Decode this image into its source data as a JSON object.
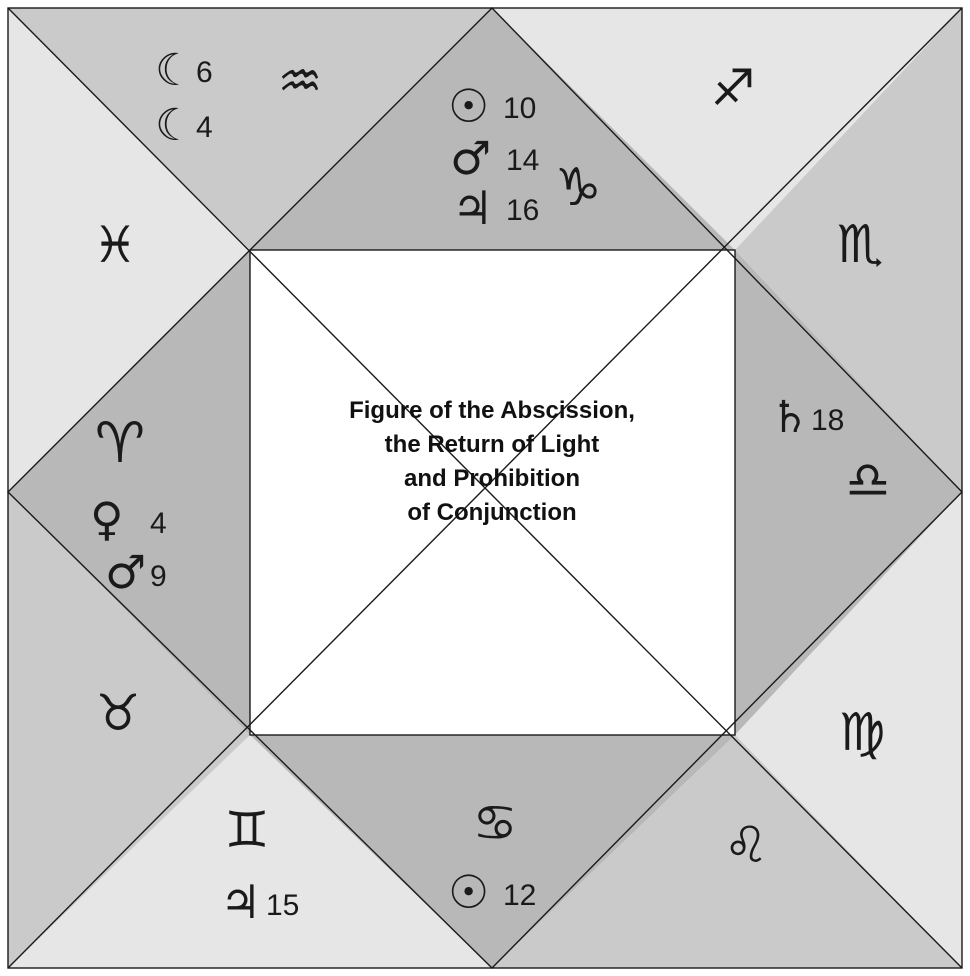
{
  "title_lines": [
    "Figure of the Abscission,",
    "the Return of Light",
    "and Prohibition",
    "of Conjunction"
  ],
  "colors": {
    "light": "#e6e6e6",
    "medium": "#cacaca",
    "dark": "#b8b8b8",
    "center": "#ffffff",
    "line": "#1a1a1a"
  },
  "signs": {
    "aquarius": "♒",
    "capricorn": "♑",
    "sagittarius": "♐",
    "scorpio": "♏",
    "libra": "♎",
    "virgo": "♍",
    "leo": "♌",
    "cancer": "♋",
    "gemini": "♊",
    "taurus": "♉",
    "aries": "♈",
    "pisces": "♓"
  },
  "planets": {
    "moon_1": {
      "glyph": "☾",
      "degree": "6"
    },
    "moon_2": {
      "glyph": "☾",
      "degree": "4"
    },
    "sun_top": {
      "glyph": "☉",
      "degree": "10"
    },
    "mars_top": {
      "glyph": "♂",
      "degree": "14"
    },
    "jupiter_top": {
      "glyph": "♃",
      "degree": "16"
    },
    "saturn": {
      "glyph": "♄",
      "degree": "18"
    },
    "venus": {
      "glyph": "♀",
      "degree": "4"
    },
    "mars_left": {
      "glyph": "♂",
      "degree": "9"
    },
    "jupiter_bottom": {
      "glyph": "♃",
      "degree": "15"
    },
    "sun_bottom": {
      "glyph": "☉",
      "degree": "12"
    }
  }
}
